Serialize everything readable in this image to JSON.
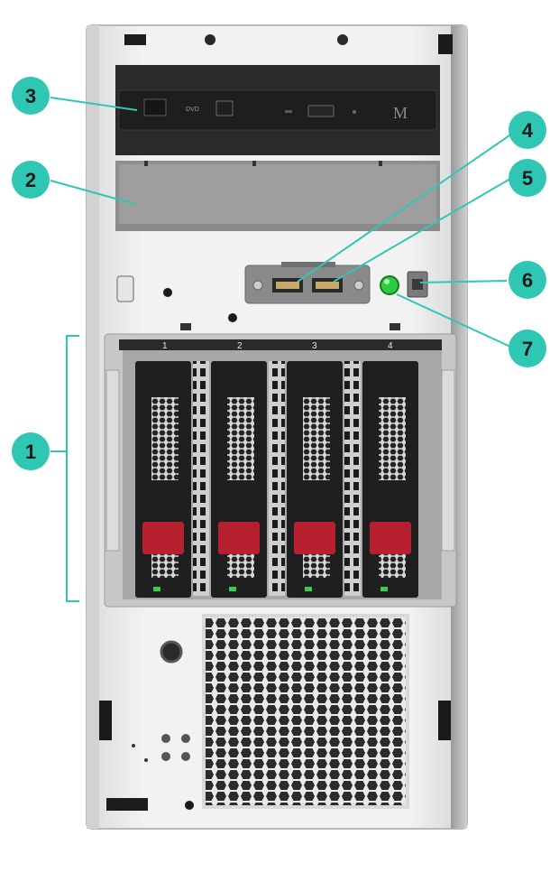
{
  "callouts": [
    {
      "id": "1",
      "label": "1"
    },
    {
      "id": "2",
      "label": "2"
    },
    {
      "id": "3",
      "label": "3"
    },
    {
      "id": "4",
      "label": "4"
    },
    {
      "id": "5",
      "label": "5"
    },
    {
      "id": "6",
      "label": "6"
    },
    {
      "id": "7",
      "label": "7"
    }
  ],
  "drive_bays": [
    "1",
    "2",
    "3",
    "4"
  ],
  "optical_drive": {
    "logo": "M",
    "dvd_mark": "DVD"
  },
  "colors": {
    "callout_fill": "#2fc7b4",
    "leader_line": "#2fc7b4",
    "chassis": "#eeeeee",
    "bezel": "#1f1f1f",
    "drive_latch": "#b7202e",
    "status_led": "#35d14d",
    "power_led": "#2ecc40"
  }
}
